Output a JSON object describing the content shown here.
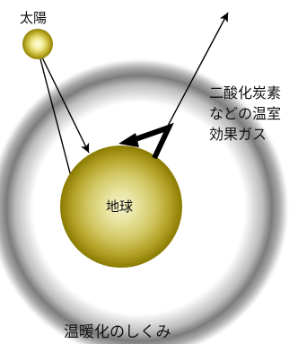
{
  "labels": {
    "sun": "太陽",
    "earth": "地球",
    "gas_lines": [
      "二酸化炭素",
      "などの温室",
      "効果ガス"
    ],
    "caption": "温暖化のしくみ"
  },
  "colors": {
    "atmosphere_outer": "#e6e6e6",
    "atmosphere_inner": "#7a7a7a",
    "earth_center": "#f2f0c4",
    "earth_rim": "#8c7d00",
    "sun_core": "#fffbd8",
    "sun_rim": "#9a8a00",
    "arrow": "#000000"
  }
}
